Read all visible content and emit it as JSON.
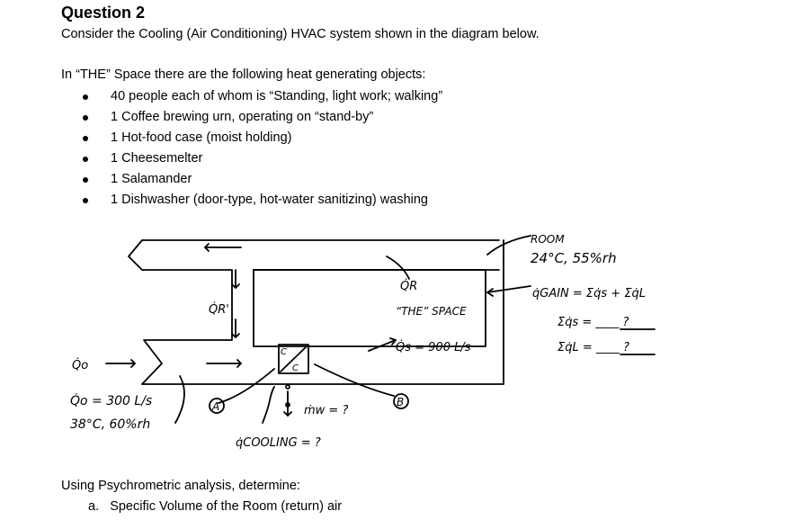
{
  "title": "Question 2",
  "intro": "Consider the Cooling (Air Conditioning) HVAC system shown in the diagram below.",
  "space_text": "In “THE” Space there are the following heat generating objects:",
  "objects": [
    "40 people each of whom is “Standing, light work; walking”",
    "1 Coffee brewing urn, operating on “stand-by”",
    "1 Hot-food case (moist holding)",
    "1 Cheesemelter",
    "1 Salamander",
    "1 Dishwasher (door-type, hot-water sanitizing) washing"
  ],
  "diagram": {
    "room_label": "ROOM",
    "room_conditions": "24°C, 55%rh",
    "q_gain": "q̇GAIN = Σq̇s + Σq̇L",
    "sum_qs": "Σq̇s = ____ ?",
    "sum_ql": "Σq̇L = ____ ?",
    "qr_label": "Q̇R",
    "qr_prime_label": "Q̇R'",
    "the_space": "“THE” SPACE",
    "qs_value": "Q̇s = 900 L/s",
    "qo_label": "Q̇o",
    "qo_value": "Q̇o = 300 L/s",
    "outdoor_conditions": "38°C, 60%rh",
    "point_a": "A",
    "point_b": "B",
    "coil_top": "C",
    "coil_bottom": "C",
    "mw": "ṁw = ?",
    "q_cooling": "q̇COOLING = ?"
  },
  "using_text": "Using Psychrometric analysis, determine:",
  "tasks": [
    {
      "label": "a.",
      "text": "Specific Volume of the Room (return) air"
    }
  ]
}
